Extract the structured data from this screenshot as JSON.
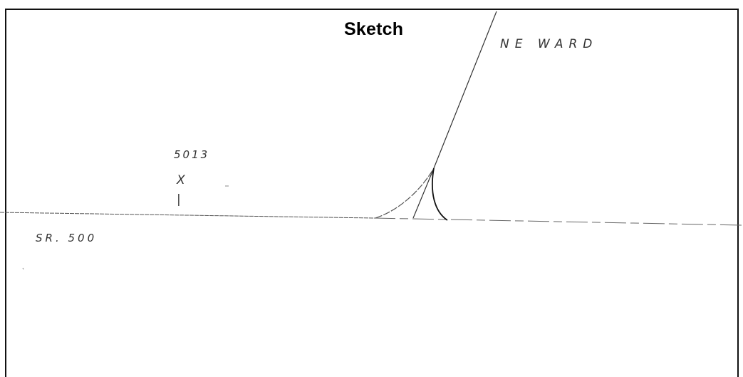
{
  "title": "Sketch",
  "labels": {
    "ne_ward": "NE WARD",
    "pole_number": "5013",
    "pole_mark": "X",
    "pole_tick": "|",
    "road": "SR. 500"
  },
  "colors": {
    "ink": "#333333",
    "frame": "#111111",
    "background": "#ffffff"
  }
}
